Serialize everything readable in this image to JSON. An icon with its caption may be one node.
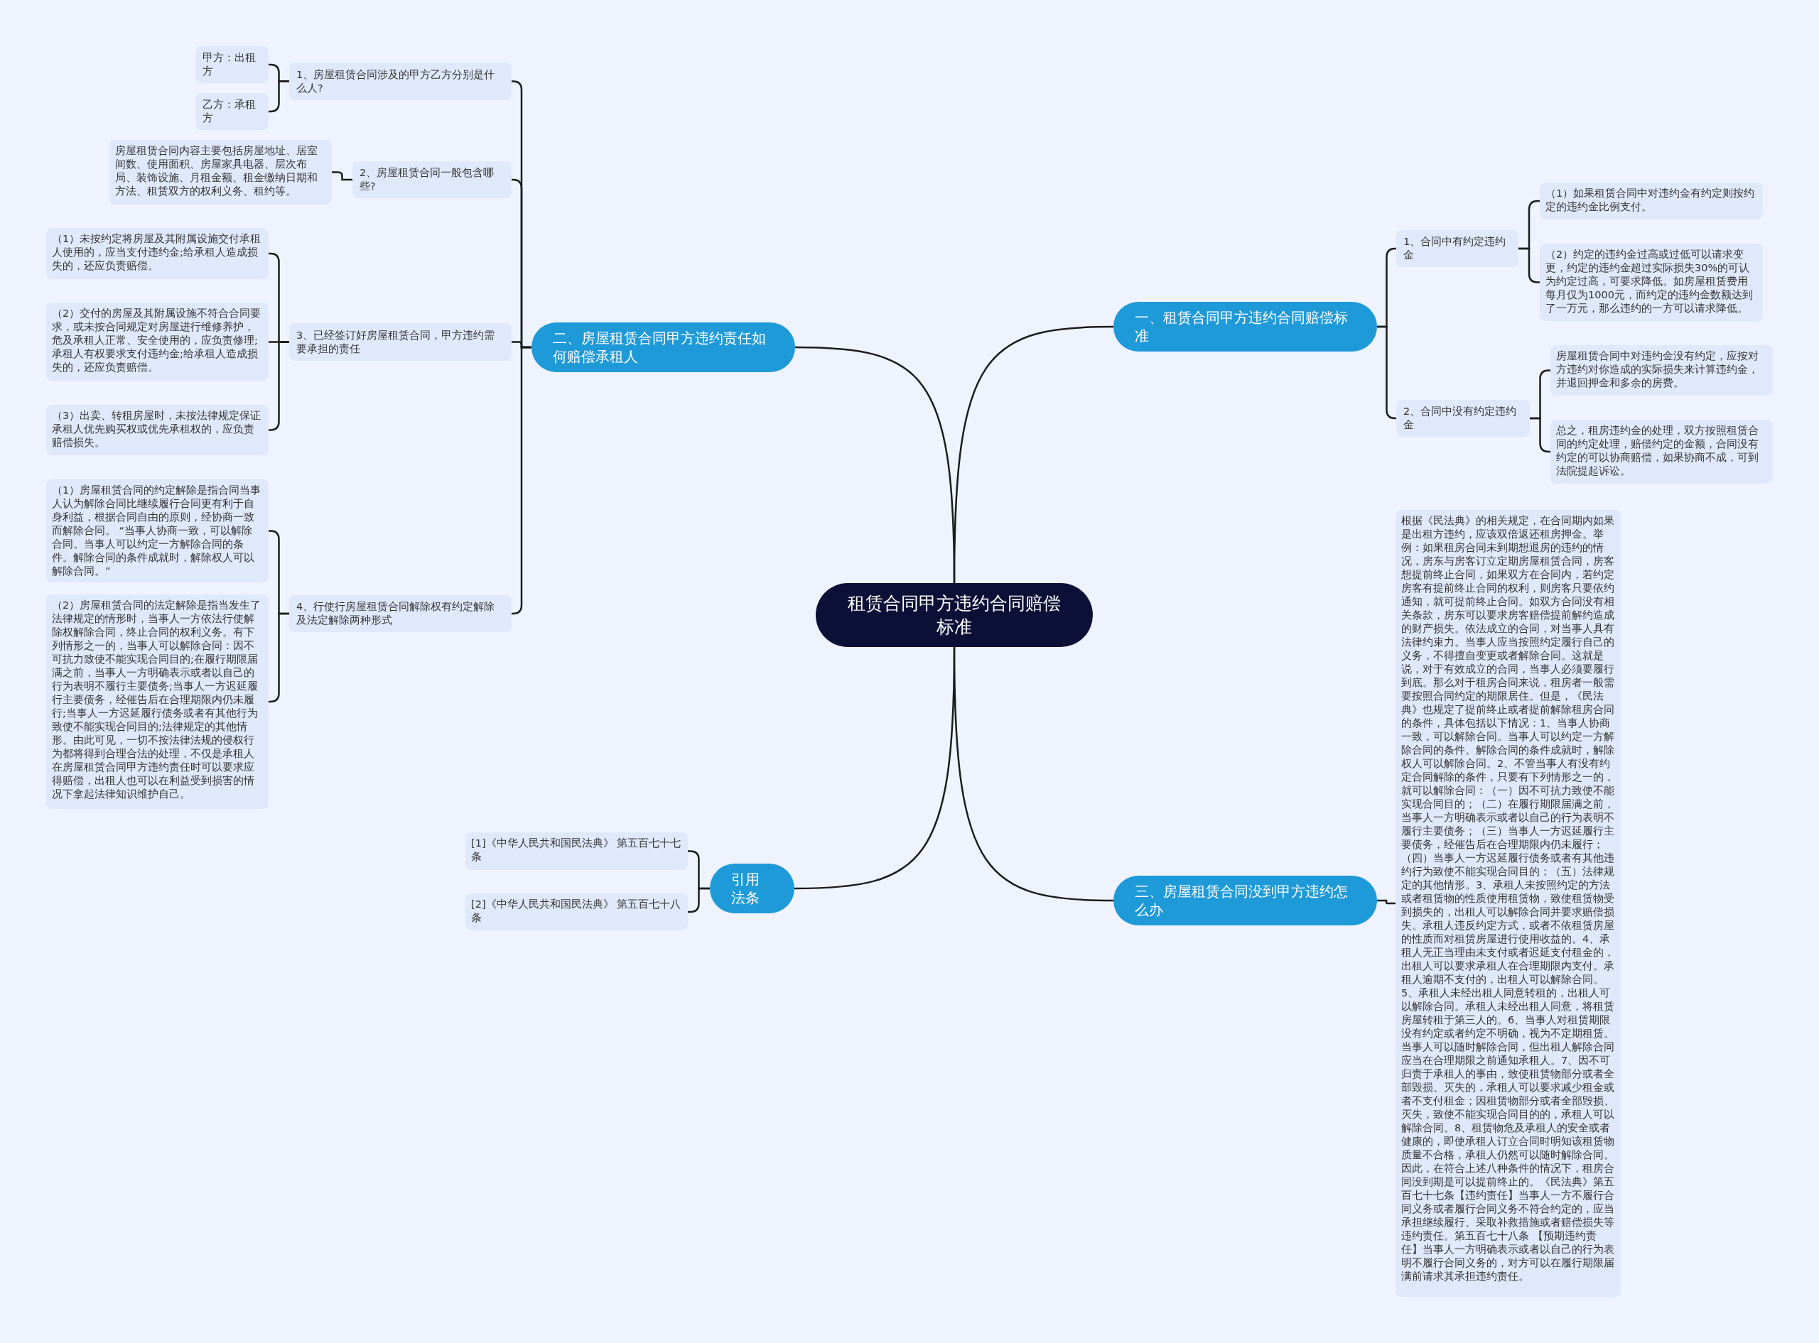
{
  "diagram": {
    "nodes": [
      {
        "text": [
          "租赁合同甲方违约合同赔偿标准"
        ]
      },
      {
        "text": [
          "一、租赁合同甲方违约合同赔偿标准"
        ]
      },
      {
        "text": [
          "1、合同中有约定违约金"
        ]
      },
      {
        "text": [
          "（1）如果租赁合同中对违约金有约定则按约定的违约金比例支付。"
        ]
      },
      {
        "text": [
          "（2）约定的违约金过高或过低可以请求变更，约定的违约金超过实际损失30%的可认为约定过高，可要求降低。如房屋租赁费用每月仅为1000元，而约定的违约金数额达到了一万元，那么违约的一方可以请求降低。"
        ]
      },
      {
        "text": [
          "2、合同中没有约定违约金"
        ]
      },
      {
        "text": [
          "房屋租赁合同中对违约金没有约定，应按对方违约对你造成的实际损失来计算违约金，并退回押金和多余的房费。"
        ]
      },
      {
        "text": [
          "总之，租房违约金的处理，双方按照租赁合同的约定处理，赔偿约定的金额，合同没有约定的可以协商赔偿，如果协商不成，可到法院提起诉讼。"
        ]
      },
      {
        "text": [
          "三、房屋租赁合同没到甲方违约怎么办"
        ]
      },
      {
        "text": [
          "根据《民法典》的相关规定，在合同期内如果是出租方违约，应该双倍返还租房押金。举例：如果租房合同未到期想退房的违约的情况，房东与房客订立定期房屋租赁合同，房客想提前终止合同，如果双方在合同内，若约定房客有提前终止合同的权利，则房客只要依约通知，就可提前终止合同。如双方合同没有相关条款，房东可以要求房客赔偿提前解约造成的财产损失。依法成立的合同，对当事人具有法律约束力。当事人应当按照约定履行自己的义务，不得擅自变更或者解除合同。这就是说，对于有效成立的合同，当事人必须要履行到底。那么对于租房合同来说，租房者一般需要按照合同约定的期限居住。但是，《民法典》也规定了提前终止或者提前解除租房合同的条件，具体包括以下情况：1、当事人协商一致，可以解除合同。当事人可以约定一方解除合同的条件。解除合同的条件成就时，解除权人可以解除合同。2、不管当事人有没有约定合同解除的条件，只要有下列情形之一的，就可以解除合同：（一）因不可抗力致使不能实现合同目的；（二）在履行期限届满之前，当事人一方明确表示或者以自己的行为表明不履行主要债务；（三）当事人一方迟延履行主要债务，经催告后在合理期限内仍未履行；（四）当事人一方迟延履行债务或者有其他违约行为致使不能实现合同目的；（五）法律规定的其他情形。3、承租人未按照约定的方法或者租赁物的性质使用租赁物，致使租赁物受到损失的，出租人可以解除合同并要求赔偿损失。承租人违反约定方式，或者不依租赁房屋的性质而对租赁房屋进行使用收益的。4、承租人无正当理由未支付或者迟延支付租金的，出租人可以要求承租人在合理期限内支付。承租人逾期不支付的，出租人可以解除合同。5、承租人未经出租人同意转租的，出租人可以解除合同。承租人未经出租人同意，将租赁房屋转租于第三人的。6、当事人对租赁期限没有约定或者约定不明确，视为不定期租赁。当事人可以随时解除合同，但出租人解除合同应当在合理期限之前通知承租人。7、因不可归责于承租人的事由，致使租赁物部分或者全部毁损、灭失的，承租人可以要求减少租金或者不支付租金；因租赁物部分或者全部毁损、灭失，致使不能实现合同目的的，承租人可以解除合同。8、租赁物危及承租人的安全或者健康的，即使承租人订立合同时明知该租赁物质量不合格，承租人仍然可以随时解除合同。因此，在符合上述八种条件的情况下，租房合同没到期是可以提前终止的。《民法典》第五百七十七条【违约责任】当事人一方不履行合同义务或者履行合同义务不符合约定的，应当承担继续履行、采取补救措施或者赔偿损失等违约责任。第五百七十八条 【预期违约责任】当事人一方明确表示或者以自己的行为表明不履行合同义务的，对方可以在履行期限届满前请求其承担违约责任。"
        ]
      },
      {
        "text": [
          "引用法条"
        ]
      },
      {
        "text": [
          "[1]《中华人民共和国民法典》 第五百七十七条"
        ]
      },
      {
        "text": [
          "[2]《中华人民共和国民法典》 第五百七十八条"
        ]
      },
      {
        "text": [
          "二、房屋租赁合同甲方违约责任如何赔偿承租人"
        ]
      },
      {
        "text": [
          "1、房屋租赁合同涉及的甲方乙方分别是什么人?"
        ]
      },
      {
        "text": [
          "甲方：出租方"
        ]
      },
      {
        "text": [
          "乙方：承租方"
        ]
      },
      {
        "text": [
          "2、房屋租赁合同一般包含哪些?"
        ]
      },
      {
        "text": [
          "房屋租赁合同内容主要包括房屋地址、居室间数、使用面积、房屋家具电器、层次布局、装饰设施、月租金额、租金缴纳日期和方法、租赁双方的权利义务、租约等。"
        ]
      },
      {
        "text": [
          "3、已经签订好房屋租赁合同，甲方违约需要承担的责任"
        ]
      },
      {
        "text": [
          "（1）未按约定将房屋及其附属设施交付承租人使用的，应当支付违约金;给承租人造成损失的，还应负责赔偿。"
        ]
      },
      {
        "text": [
          "（2）交付的房屋及其附属设施不符合合同要求，或未按合同规定对房屋进行维修养护，危及承租人正常、安全使用的，应负责修理;承租人有权要求支付违约金;给承租人造成损失的，还应负责赔偿。"
        ]
      },
      {
        "text": [
          "（3）出卖、转租房屋时，未按法律规定保证承租人优先购买权或优先承租权的，应负责赔偿损失。"
        ]
      },
      {
        "text": [
          "4、行使行房屋租赁合同解除权有约定解除及法定解除两种形式"
        ]
      },
      {
        "text": [
          "（1）房屋租赁合同的约定解除是指合同当事人认为解除合同比继续履行合同更有利于自身利益，根据合同自由的原则，经协商一致而解除合同。 “当事人协商一致，可以解除合同。当事人可以约定一方解除合同的条件。解除合同的条件成就时，解除权人可以解除合同。”"
        ]
      },
      {
        "text": [
          "（2）房屋租赁合同的法定解除是指当发生了法律规定的情形时，当事人一方依法行使解除权解除合同，终止合同的权利义务。有下列情形之一的，当事人可以解除合同：因不可抗力致使不能实现合同目的;在履行期限届满之前，当事人一方明确表示或者以自己的行为表明不履行主要债务;当事人一方迟延履行主要债务，经催告后在合理期限内仍未履行;当事人一方迟延履行债务或者有其他行为致使不能实现合同目的;法律规定的其他情形。由此可见，一切不按法律法规的侵权行为都将得到合理合法的处理，不仅是承租人在房屋租赁合同甲方违约责任时可以要求应得赔偿，出租人也可以在利益受到损害的情况下拿起法律知识维护自己。"
        ]
      }
    ],
    "edges": [
      {
        "from": 0,
        "to": 1,
        "arrow": "none"
      },
      {
        "from": 1,
        "to": 2,
        "arrow": "none"
      },
      {
        "from": 2,
        "to": 3,
        "arrow": "none"
      },
      {
        "from": 2,
        "to": 4,
        "arrow": "none"
      },
      {
        "from": 1,
        "to": 5,
        "arrow": "none"
      },
      {
        "from": 5,
        "to": 6,
        "arrow": "none"
      },
      {
        "from": 5,
        "to": 7,
        "arrow": "none"
      },
      {
        "from": 0,
        "to": 8,
        "arrow": "none"
      },
      {
        "from": 8,
        "to": 9,
        "arrow": "none"
      },
      {
        "from": 0,
        "to": 10,
        "arrow": "none"
      },
      {
        "from": 10,
        "to": 11,
        "arrow": "none"
      },
      {
        "from": 10,
        "to": 12,
        "arrow": "none"
      },
      {
        "from": 0,
        "to": 13,
        "arrow": "none"
      },
      {
        "from": 13,
        "to": 14,
        "arrow": "none"
      },
      {
        "from": 14,
        "to": 15,
        "arrow": "none"
      },
      {
        "from": 14,
        "to": 16,
        "arrow": "none"
      },
      {
        "from": 13,
        "to": 17,
        "arrow": "none"
      },
      {
        "from": 17,
        "to": 18,
        "arrow": "none"
      },
      {
        "from": 13,
        "to": 19,
        "arrow": "none"
      },
      {
        "from": 19,
        "to": 20,
        "arrow": "none"
      },
      {
        "from": 19,
        "to": 21,
        "arrow": "none"
      },
      {
        "from": 19,
        "to": 22,
        "arrow": "none"
      },
      {
        "from": 13,
        "to": 23,
        "arrow": "none"
      },
      {
        "from": 23,
        "to": 24,
        "arrow": "none"
      },
      {
        "from": 23,
        "to": 25,
        "arrow": "none"
      }
    ]
  }
}
